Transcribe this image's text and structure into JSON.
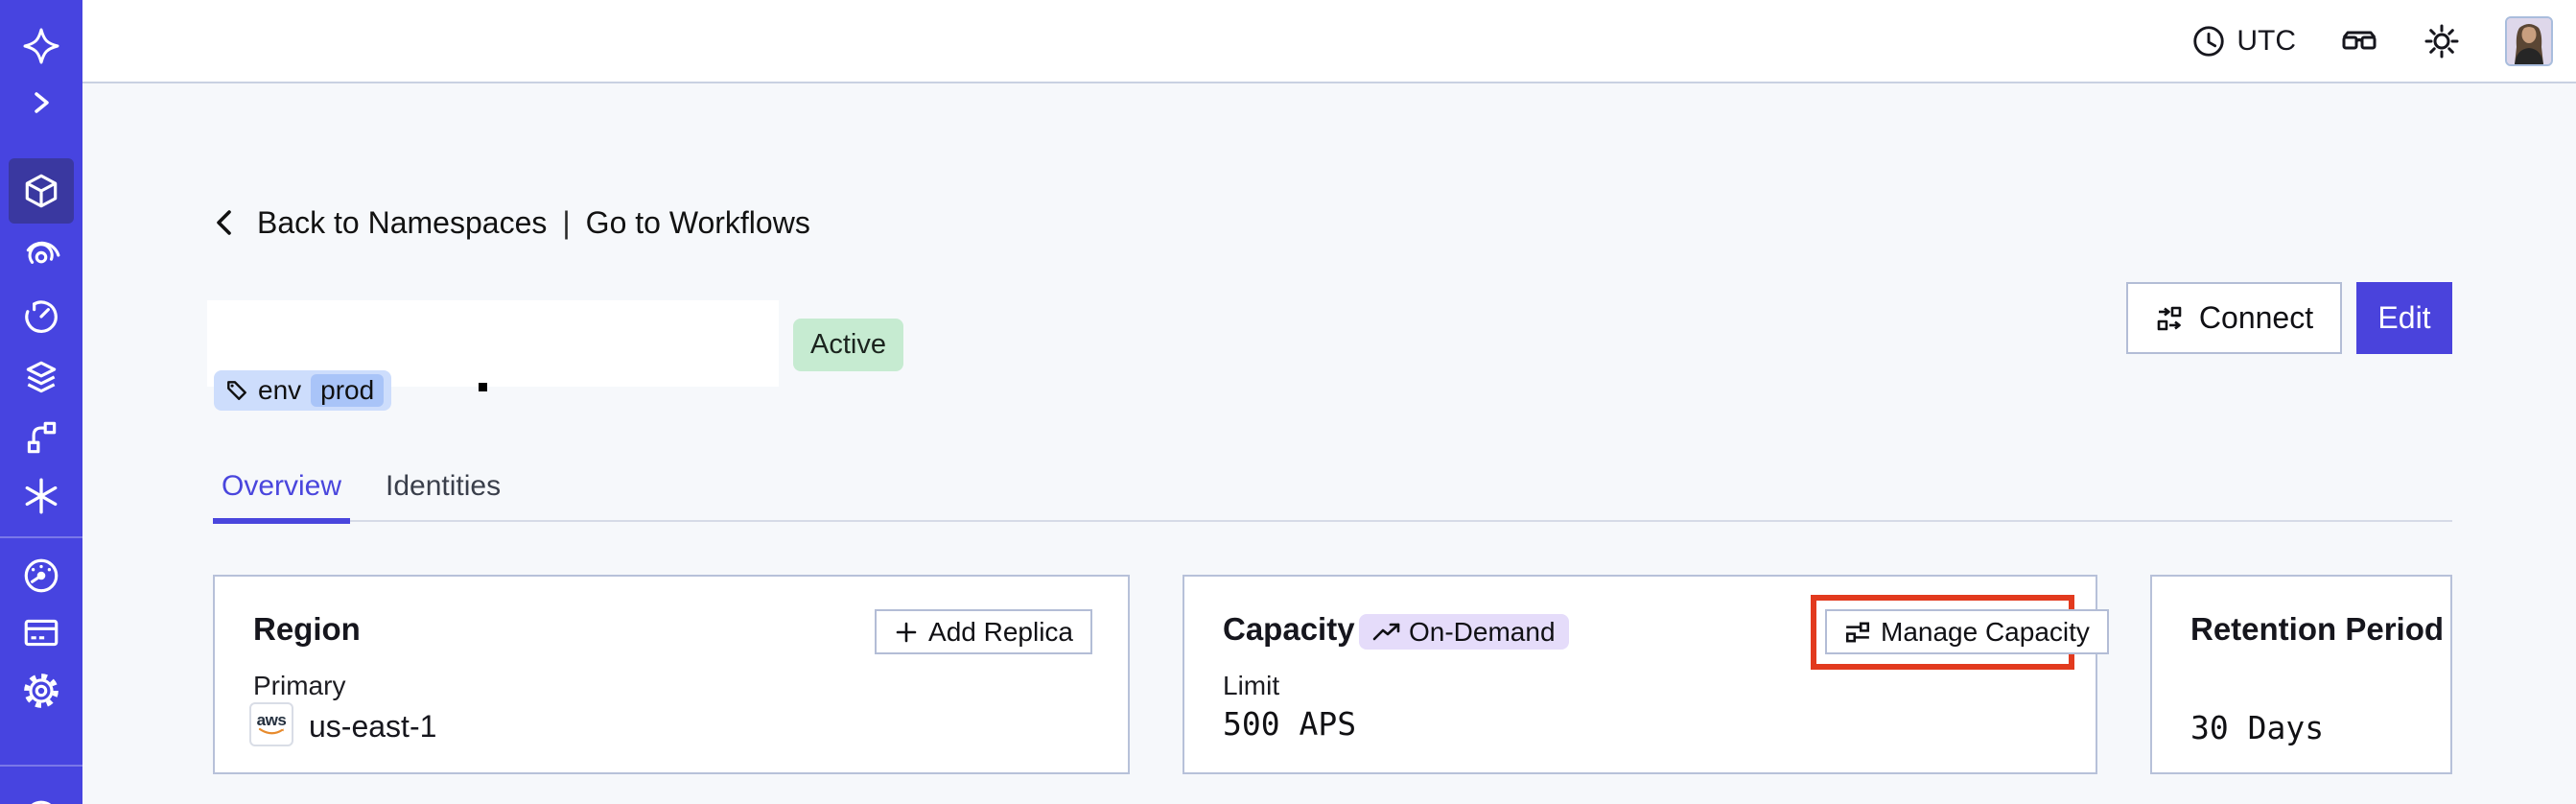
{
  "topbar": {
    "timezone": "UTC",
    "icons": [
      "clock-icon",
      "glasses-icon",
      "brightness-icon",
      "avatar"
    ]
  },
  "sidebar": {
    "icons": [
      "temporal-logo",
      "expand-chevron",
      "namespaces-cube (active)",
      "workflows-spiral",
      "schedules-timer",
      "deployments-layers",
      "batch-branch",
      "nexus-asterisk",
      "usage-gauge",
      "billing-card",
      "settings-gear"
    ],
    "active_item": "namespaces"
  },
  "breadcrumb": {
    "back": "Back to Namespaces",
    "sep": "|",
    "forward": "Go to Workflows"
  },
  "header": {
    "status": "Active",
    "tag": {
      "key": "env",
      "value": "prod"
    }
  },
  "actions": {
    "connect": "Connect",
    "edit": "Edit"
  },
  "tabs": [
    {
      "label": "Overview",
      "active": true
    },
    {
      "label": "Identities",
      "active": false
    }
  ],
  "cards": {
    "region": {
      "title": "Region",
      "button": "Add Replica",
      "label": "Primary",
      "provider": "aws",
      "value": "us-east-1"
    },
    "capacity": {
      "title": "Capacity",
      "badge": "On-Demand",
      "button": "Manage Capacity",
      "label": "Limit",
      "value": "500 APS"
    },
    "retention": {
      "title": "Retention Period",
      "value": "30 Days"
    }
  },
  "colors": {
    "sidebar": "#4744e0",
    "sidebar_active": "#3a38a0",
    "accent": "#4a46dd",
    "edit_button": "#4a43dc",
    "page_bg": "#f6f8fb",
    "card_border": "#b7c1d9",
    "status_badge_bg": "#c6ebd1",
    "tag_bg": "#cdddfc",
    "tag_inner_bg": "#a9c4f8",
    "ondemand_bg": "#e5dcfa",
    "annotation_red": "#e23a1e"
  }
}
